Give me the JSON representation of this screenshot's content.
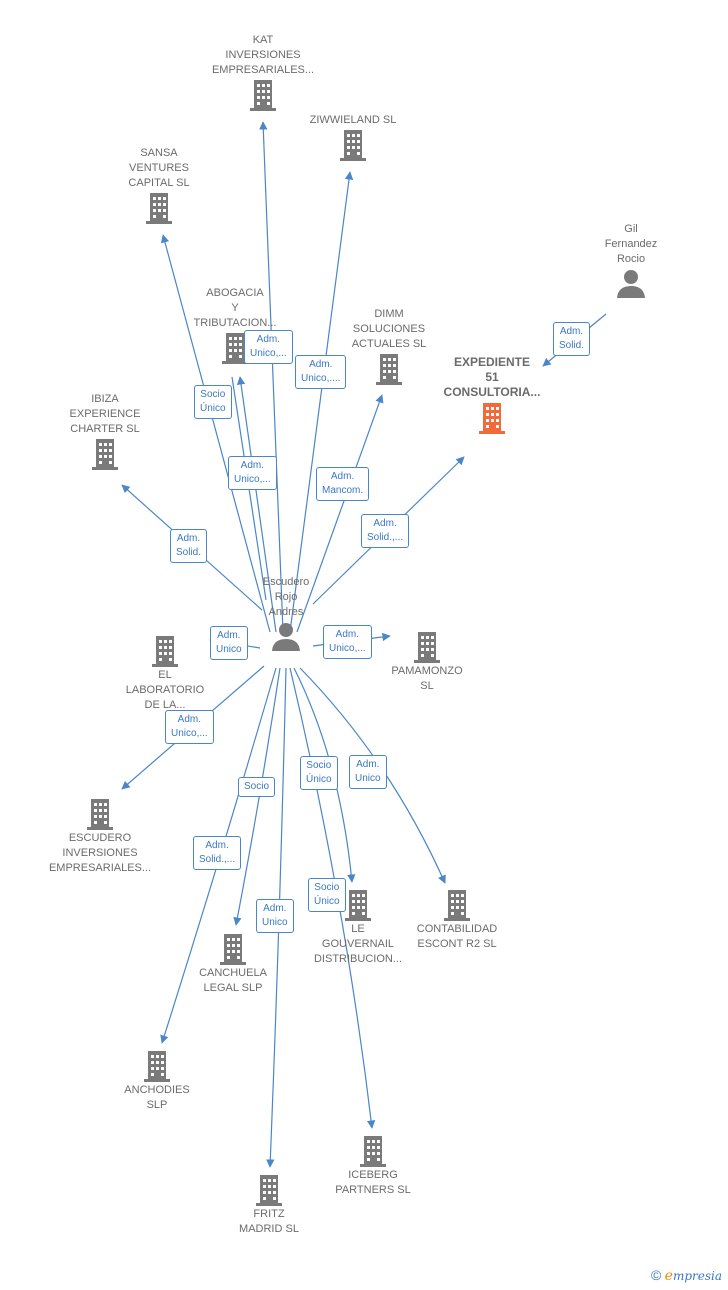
{
  "colors": {
    "edge": "#4a86c8",
    "building": "#7a7a7a",
    "focus": "#f26a3a",
    "person": "#7a7a7a"
  },
  "person_main": {
    "name": "Escudero\nRojo\nAndres",
    "icon": "person-icon"
  },
  "person_gil": {
    "name": "Gil\nFernandez\nRocio",
    "icon": "person-icon"
  },
  "company_focus": {
    "name": "EXPEDIENTE\n51\nCONSULTORIA...",
    "icon": "building-icon"
  },
  "companies": {
    "kat": "KAT\nINVERSIONES\nEMPRESARIALES...",
    "ziwwieland": "ZIWWIELAND SL",
    "sansa": "SANSA\nVENTURES\nCAPITAL  SL",
    "abogacia": "ABOGACIA\nY\nTRIBUTACION...",
    "dimm": "DIMM\nSOLUCIONES\nACTUALES  SL",
    "ibiza": "IBIZA\nEXPERIENCE\nCHARTER  SL",
    "laboratorio": "EL\nLABORATORIO\nDE LA...",
    "pamamonzo": "PAMAMONZO\nSL",
    "escudero_inv": "ESCUDERO\nINVERSIONES\nEMPRESARIALES...",
    "canchuela": "CANCHUELA\nLEGAL  SLP",
    "le_gouvernail": "LE\nGOUVERNAIL\nDISTRIBUCION...",
    "contabilidad": "CONTABILIDAD\nESCONT R2  SL",
    "anchodies": "ANCHODIES\nSLP",
    "fritz": "FRITZ\nMADRID  SL",
    "iceberg": "ICEBERG\nPARTNERS  SL"
  },
  "relations": {
    "gil_expediente": "Adm.\nSolid.",
    "abogacia_1": "Adm.\nUnico,...",
    "ziwwieland": "Adm.\nUnico,....",
    "abogacia_socio": "Socio\nÚnico",
    "kat": "Adm.\nUnico,...",
    "dimm": "Adm.\nMancom.",
    "expediente": "Adm.\nSolid.,...",
    "ibiza": "Adm.\nSolid.",
    "laboratorio": "Adm.\nUnico",
    "pamamonzo": "Adm.\nUnico,...",
    "escudero_inv": "Adm.\nUnico,...",
    "canchuela": "Socio",
    "le_gouvernail_1": "Socio\nÚnico",
    "contabilidad": "Adm.\nUnico",
    "anchodies": "Adm.\nSolid.,...",
    "iceberg": "Socio\nÚnico",
    "fritz": "Adm.\nUnico"
  },
  "brand": {
    "copyright": "©",
    "e": "e",
    "rest": "mpresia"
  }
}
